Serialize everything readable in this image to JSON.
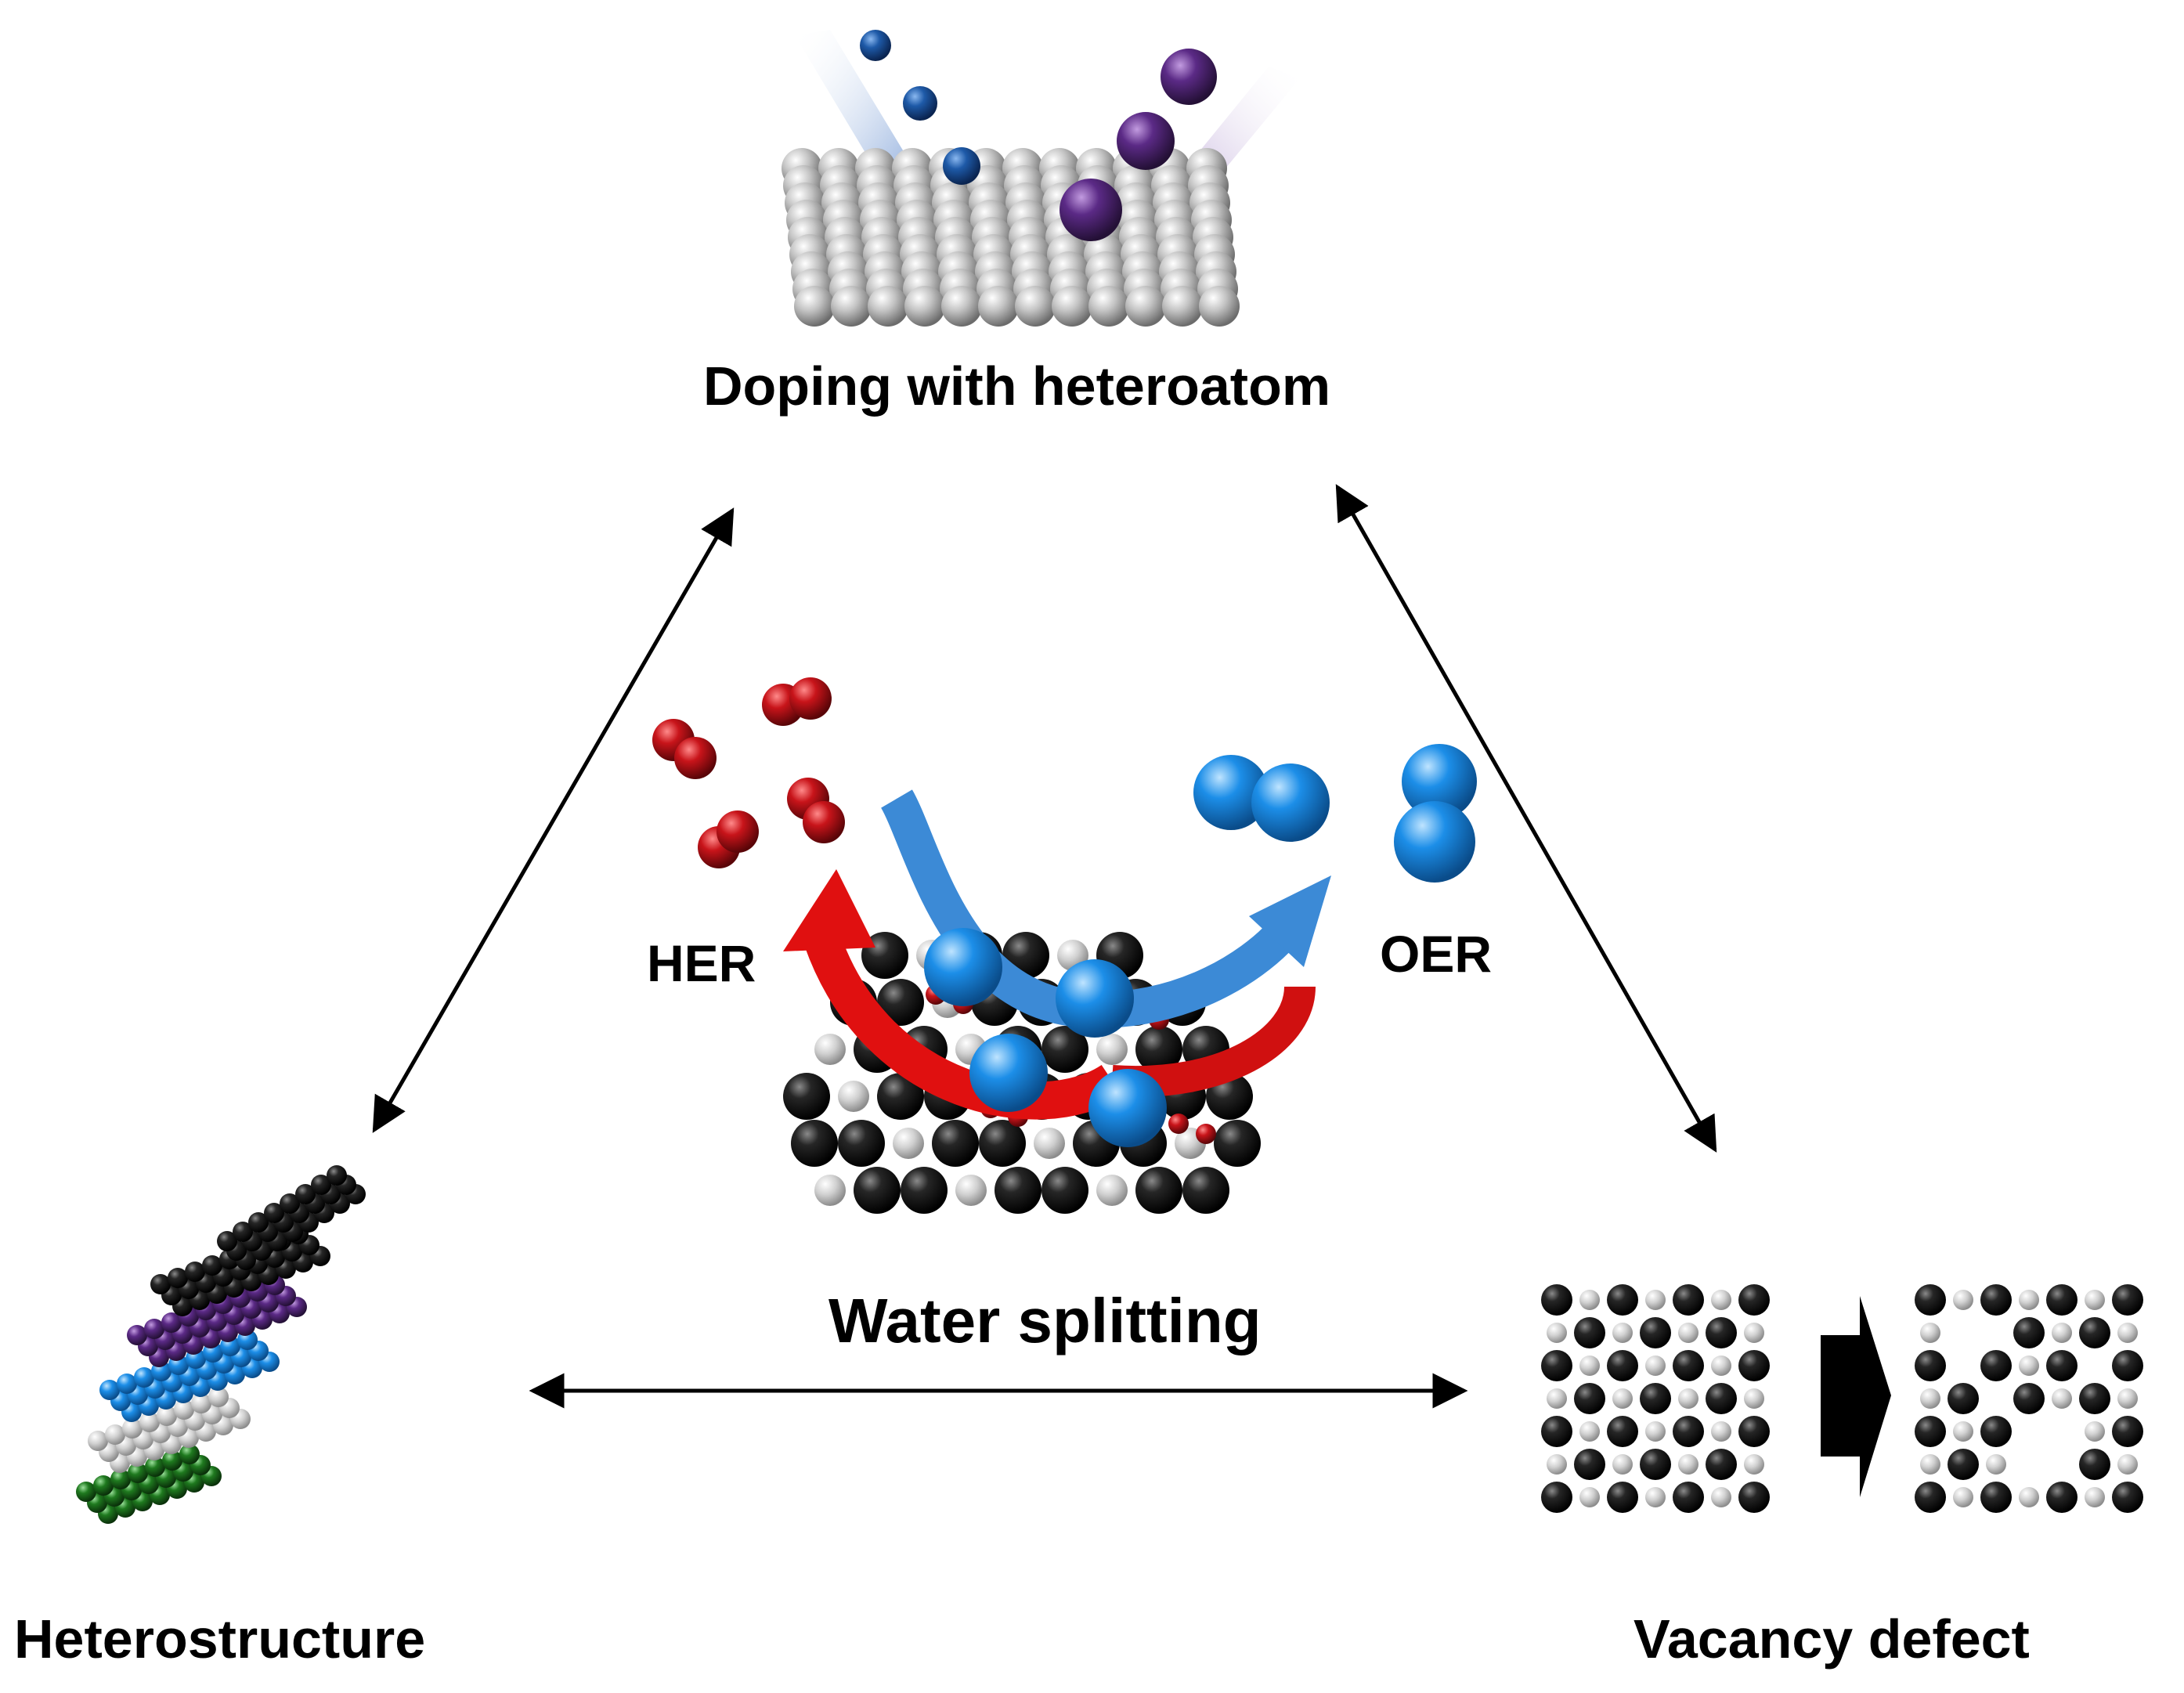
{
  "diagram": {
    "labels": {
      "doping": "Doping with heteroatom",
      "water_splitting": "Water splitting",
      "heterostructure": "Heterostructure",
      "vacancy": "Vacancy defect",
      "her": "HER",
      "oer": "OER"
    },
    "colors": {
      "substrate": "#b9b9b9",
      "dopant_blue": "#1e5aa8",
      "dopant_purple": "#5b2a86",
      "hydrogen_red": "#c8141a",
      "oxygen_blue": "#1c8ee8",
      "carbon_black": "#1c1c1c",
      "layer_green": "#1f7a1f",
      "layer_gray": "#9a9a9a",
      "layer_blue": "#2b8fe0",
      "layer_purple": "#6a2b96",
      "layer_black": "#222222",
      "her_arrow": "#e01010",
      "oer_arrow": "#3c8ad6"
    }
  }
}
